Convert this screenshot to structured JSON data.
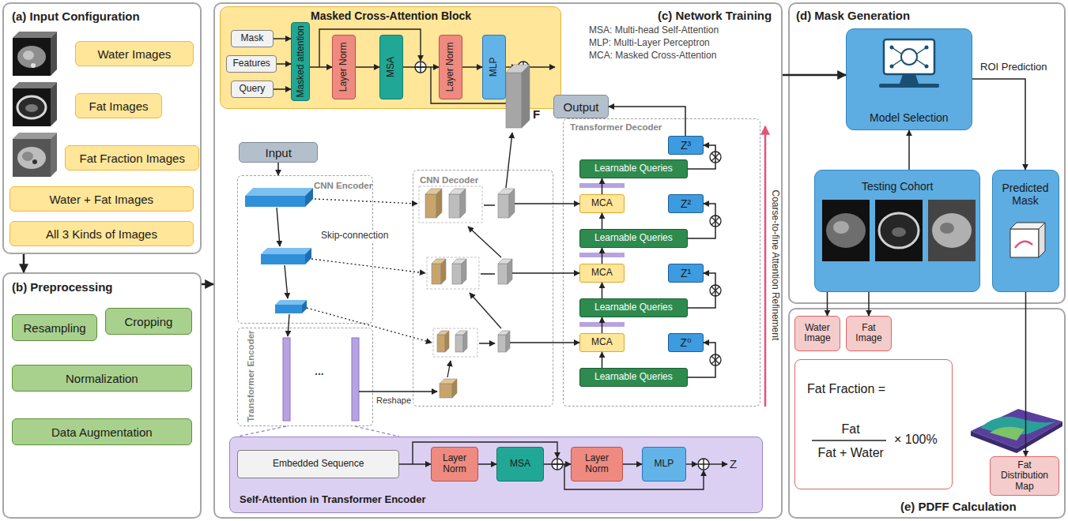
{
  "diagram": {
    "nodes": [
      {
        "text": [
          "(a) Input Configuration"
        ]
      },
      {
        "text": [
          "Water Images"
        ],
        "in": 0
      },
      {
        "text": [
          "Fat Images"
        ],
        "in": 0
      },
      {
        "text": [
          "Fat Fraction Images"
        ],
        "in": 0
      },
      {
        "text": [
          "Water + Fat Images"
        ],
        "in": 0
      },
      {
        "text": [
          "All 3 Kinds of Images"
        ],
        "in": 0
      },
      {
        "text": [
          "(b) Preprocessing"
        ]
      },
      {
        "text": [
          "Resampling"
        ],
        "in": 6
      },
      {
        "text": [
          "Cropping"
        ],
        "in": 6
      },
      {
        "text": [
          "Normalization"
        ],
        "in": 6
      },
      {
        "text": [
          "Data Augmentation"
        ],
        "in": 6
      },
      {
        "text": [
          "(c) Network Training"
        ]
      },
      {
        "text": [
          "Masked Cross-Attention Block"
        ],
        "in": 11
      },
      {
        "text": [
          "Mask"
        ],
        "in": 12
      },
      {
        "text": [
          "Features"
        ],
        "in": 12
      },
      {
        "text": [
          "Query"
        ],
        "in": 12
      },
      {
        "text": [
          "Masked attention"
        ],
        "in": 12
      },
      {
        "text": [
          "Layer Norm"
        ],
        "in": 12
      },
      {
        "text": [
          "MSA"
        ],
        "in": 12
      },
      {
        "text": [
          "Layer Norm"
        ],
        "in": 12
      },
      {
        "text": [
          "MLP"
        ],
        "in": 12
      },
      {
        "text": [
          "Input"
        ],
        "in": 11
      },
      {
        "text": [
          "CNN Encoder"
        ],
        "in": 11
      },
      {
        "text": [
          "Transformer Encoder"
        ],
        "in": 11
      },
      {
        "text": [
          "CNN Decoder"
        ],
        "in": 11
      },
      {
        "text": [
          "Output"
        ],
        "in": 11
      },
      {
        "text": [
          "Transformer Decoder"
        ],
        "in": 11
      },
      {
        "text": [
          "Z³"
        ],
        "in": 26
      },
      {
        "text": [
          "Learnable Queries"
        ],
        "in": 26
      },
      {
        "text": [
          "MCA"
        ],
        "in": 26
      },
      {
        "text": [
          "Z²"
        ],
        "in": 26
      },
      {
        "text": [
          "Learnable Queries"
        ],
        "in": 26
      },
      {
        "text": [
          "MCA"
        ],
        "in": 26
      },
      {
        "text": [
          "Z¹"
        ],
        "in": 26
      },
      {
        "text": [
          "Learnable Queries"
        ],
        "in": 26
      },
      {
        "text": [
          "MCA"
        ],
        "in": 26
      },
      {
        "text": [
          "Z⁰"
        ],
        "in": 26
      },
      {
        "text": [
          "Learnable Queries"
        ],
        "in": 26
      },
      {
        "text": [
          "Self-Attention in Transformer Encoder"
        ],
        "in": 11
      },
      {
        "text": [
          "Embedded Sequence"
        ],
        "in": 38
      },
      {
        "text": [
          "Layer Norm"
        ],
        "in": 38
      },
      {
        "text": [
          "MSA"
        ],
        "in": 38
      },
      {
        "text": [
          "Layer Norm"
        ],
        "in": 38
      },
      {
        "text": [
          "MLP"
        ],
        "in": 38
      },
      {
        "text": [
          "(d) Mask Generation"
        ]
      },
      {
        "text": [
          "Model Selection"
        ],
        "in": 44
      },
      {
        "text": [
          "Testing Cohort"
        ],
        "in": 44
      },
      {
        "text": [
          "Predicted Mask"
        ],
        "in": 44
      },
      {
        "text": [
          "(e) PDFF Calculation"
        ]
      },
      {
        "text": [
          "Water Image"
        ],
        "in": 48
      },
      {
        "text": [
          "Fat Image"
        ],
        "in": 48
      },
      {
        "text": [
          "Fat Fraction =",
          "Fat",
          "Fat + Water",
          "× 100%"
        ],
        "in": 48
      },
      {
        "text": [
          "Fat Distribution Map"
        ],
        "in": 48
      }
    ],
    "edges": [
      {
        "from": 0,
        "to": 6,
        "arrow": "to"
      },
      {
        "from": 6,
        "to": 11,
        "arrow": "to"
      },
      {
        "from": 11,
        "to": 45,
        "arrow": "to"
      },
      {
        "from": 13,
        "to": 16,
        "arrow": "to"
      },
      {
        "from": 14,
        "to": 16,
        "arrow": "to"
      },
      {
        "from": 15,
        "to": 16,
        "arrow": "to"
      },
      {
        "from": 16,
        "to": 17,
        "arrow": "to"
      },
      {
        "from": 17,
        "to": 18,
        "arrow": "to"
      },
      {
        "from": 18,
        "to": 19,
        "arrow": "to"
      },
      {
        "from": 19,
        "to": 20,
        "arrow": "to"
      },
      {
        "from": 21,
        "to": 22,
        "arrow": "to"
      },
      {
        "from": 29,
        "to": 28,
        "arrow": "to"
      },
      {
        "from": 31,
        "to": 29,
        "arrow": "to"
      },
      {
        "from": 32,
        "to": 31,
        "arrow": "to"
      },
      {
        "from": 34,
        "to": 32,
        "arrow": "to"
      },
      {
        "from": 35,
        "to": 34,
        "arrow": "to"
      },
      {
        "from": 37,
        "to": 35,
        "arrow": "to"
      },
      {
        "from": 28,
        "to": 27,
        "arrow": "to"
      },
      {
        "from": 31,
        "to": 30,
        "arrow": "to"
      },
      {
        "from": 34,
        "to": 33,
        "arrow": "to"
      },
      {
        "from": 37,
        "to": 36,
        "arrow": "to"
      },
      {
        "from": 27,
        "to": 25,
        "arrow": "to"
      },
      {
        "from": 24,
        "to": 29,
        "arrow": "to"
      },
      {
        "from": 24,
        "to": 32,
        "arrow": "to"
      },
      {
        "from": 24,
        "to": 35,
        "arrow": "to"
      },
      {
        "from": 39,
        "to": 40,
        "arrow": "to"
      },
      {
        "from": 40,
        "to": 41,
        "arrow": "to"
      },
      {
        "from": 41,
        "to": 42,
        "arrow": "to"
      },
      {
        "from": 42,
        "to": 43,
        "arrow": "to"
      },
      {
        "from": 46,
        "to": 45,
        "arrow": "to"
      },
      {
        "from": 45,
        "to": 47,
        "arrow": "to"
      },
      {
        "from": 46,
        "to": 49,
        "arrow": "to"
      },
      {
        "from": 46,
        "to": 50,
        "arrow": "to"
      },
      {
        "from": 47,
        "to": 52,
        "arrow": "to"
      }
    ],
    "labels": [
      "MSA: Multi-head Self-Attention",
      "MLP: Multi-Layer Perceptron",
      "MCA: Masked Cross-Attention",
      "Skip-connection",
      "Reshape",
      "F",
      "Coarse-to-fine Attention Refinement",
      "Z",
      "ROI Prediction",
      "..."
    ]
  }
}
